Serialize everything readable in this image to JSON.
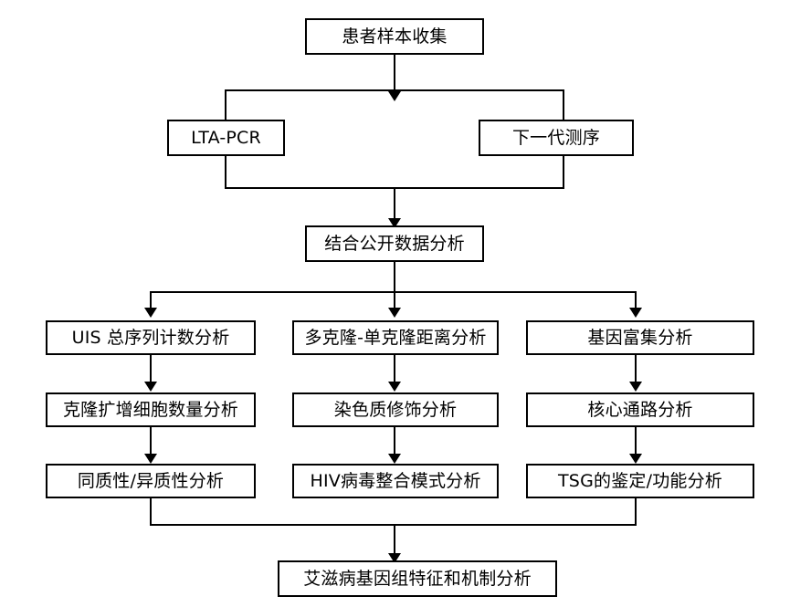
{
  "diagram": {
    "title": "HIV genomic analysis workflow flowchart",
    "stroke_color": "#000000",
    "background_color": "#ffffff",
    "nodes": {
      "sample_collection": "患者样本收集",
      "lta_pcr": "LTA-PCR",
      "ngs": "下一代测序",
      "public_data": "结合公开数据分析",
      "uis_count": "UIS 总序列计数分析",
      "clone_distance": "多克隆-单克隆距离分析",
      "gene_enrichment": "基因富集分析",
      "clonal_expansion": "克隆扩增细胞数量分析",
      "chromatin": "染色质修饰分析",
      "core_pathway": "核心通路分析",
      "homo_hetero": "同质性/异质性分析",
      "hiv_integration": "HIV病毒整合模式分析",
      "tsg": "TSG的鉴定/功能分析",
      "final": "艾滋病基因组特征和机制分析"
    },
    "edges": [
      {
        "from": "sample_collection",
        "to": "split-1",
        "type": "arrow-down"
      },
      {
        "from": "split-1",
        "to": "lta_pcr",
        "type": "branch-left"
      },
      {
        "from": "split-1",
        "to": "ngs",
        "type": "branch-right"
      },
      {
        "from": "lta_pcr",
        "to": "merge-1",
        "type": "line-down"
      },
      {
        "from": "ngs",
        "to": "merge-1",
        "type": "line-down"
      },
      {
        "from": "merge-1",
        "to": "public_data",
        "type": "arrow-down"
      },
      {
        "from": "public_data",
        "to": "split-2",
        "type": "line-down"
      },
      {
        "from": "split-2",
        "to": "uis_count",
        "type": "arrow-down"
      },
      {
        "from": "split-2",
        "to": "clone_distance",
        "type": "arrow-down"
      },
      {
        "from": "split-2",
        "to": "gene_enrichment",
        "type": "arrow-down"
      },
      {
        "from": "uis_count",
        "to": "clonal_expansion",
        "type": "arrow-down"
      },
      {
        "from": "clone_distance",
        "to": "chromatin",
        "type": "arrow-down"
      },
      {
        "from": "gene_enrichment",
        "to": "core_pathway",
        "type": "arrow-down"
      },
      {
        "from": "clonal_expansion",
        "to": "homo_hetero",
        "type": "arrow-down"
      },
      {
        "from": "chromatin",
        "to": "hiv_integration",
        "type": "arrow-down"
      },
      {
        "from": "core_pathway",
        "to": "tsg",
        "type": "arrow-down"
      },
      {
        "from": "homo_hetero",
        "to": "merge-2",
        "type": "line-down"
      },
      {
        "from": "tsg",
        "to": "merge-2",
        "type": "line-down"
      },
      {
        "from": "merge-2",
        "to": "final",
        "type": "arrow-down"
      }
    ]
  }
}
